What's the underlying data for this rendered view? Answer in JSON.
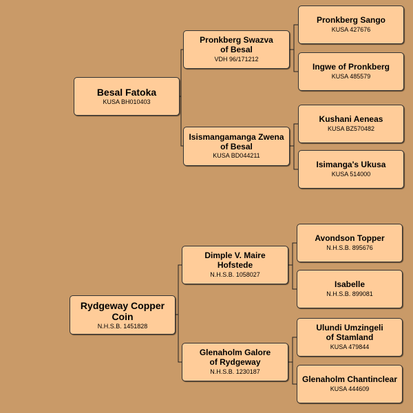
{
  "pedigree": {
    "sire": {
      "name": "Besal Fatoka",
      "reg": "KUSA BH010403",
      "sire": {
        "name": "Pronkberg Swazva\nof Besal",
        "reg": "VDH 96/171212",
        "sire": {
          "name": "Pronkberg Sango",
          "reg": "KUSA 427676"
        },
        "dam": {
          "name": "Ingwe of Pronkberg",
          "reg": "KUSA 485579"
        }
      },
      "dam": {
        "name": "Isismangamanga Zwena\nof Besal",
        "reg": "KUSA BD044211",
        "sire": {
          "name": "Kushani Aeneas",
          "reg": "KUSA BZ570482"
        },
        "dam": {
          "name": "Isimanga's Ukusa",
          "reg": "KUSA 514000"
        }
      }
    },
    "dam": {
      "name": "Rydgeway Copper Coin",
      "reg": "N.H.S.B. 1451828",
      "sire": {
        "name": "Dimple V. Maire\nHofstede",
        "reg": "N.H.S.B. 1058027",
        "sire": {
          "name": "Avondson Topper",
          "reg": "N.H.S.B. 895676"
        },
        "dam": {
          "name": "Isabelle",
          "reg": "N.H.S.B. 899081"
        }
      },
      "dam": {
        "name": "Glenaholm Galore\nof Rydgeway",
        "reg": "N.H.S.B. 1230187",
        "sire": {
          "name": "Ulundi Umzingeli\nof Stamland",
          "reg": "KUSA 479844"
        },
        "dam": {
          "name": "Glenaholm Chantinclear",
          "reg": "KUSA 444609"
        }
      }
    }
  },
  "colors": {
    "background": "#c99a68",
    "card_fill": "#ffcc99",
    "card_border": "#333333"
  }
}
